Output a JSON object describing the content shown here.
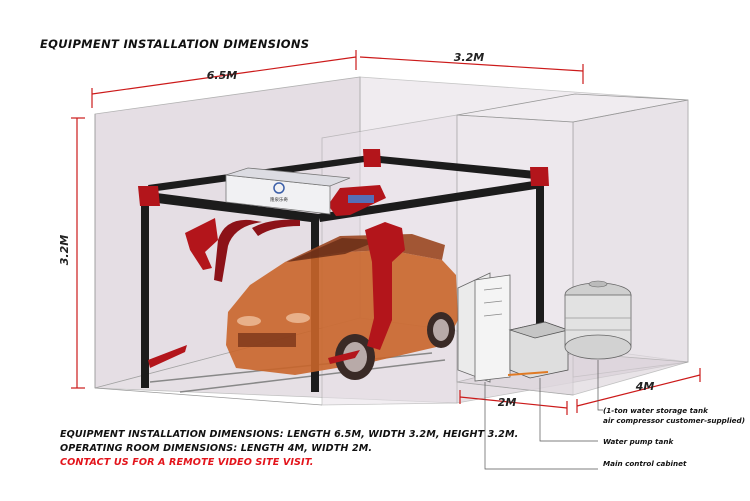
{
  "title": "EQUIPMENT INSTALLATION DIMENSIONS",
  "dimensions": {
    "top_length": "6.5M",
    "top_width": "3.2M",
    "height": "3.2M",
    "room_length": "4M",
    "room_width": "2M"
  },
  "callouts": {
    "tank_line1": "(1-ton water storage tank",
    "tank_line2": "air compressor customer-supplied)",
    "pump": "Water pump tank",
    "cabinet": "Main control cabinet"
  },
  "machine_logo_text": "隆泉乐奇",
  "notes": {
    "line1": "EQUIPMENT INSTALLATION DIMENSIONS: LENGTH 6.5M, WIDTH 3.2M, HEIGHT 3.2M.",
    "line2": "OPERATING ROOM DIMENSIONS: LENGTH 4M, WIDTH 2M.",
    "line3": "CONTACT US FOR A REMOTE VIDEO SITE VISIT."
  },
  "colors": {
    "dimension_red": "#cc1a1a",
    "frame_black": "#1c1c1c",
    "arm_red": "#b3151b",
    "car_orange": "#c9652a",
    "contact_text": "#e3141b"
  }
}
